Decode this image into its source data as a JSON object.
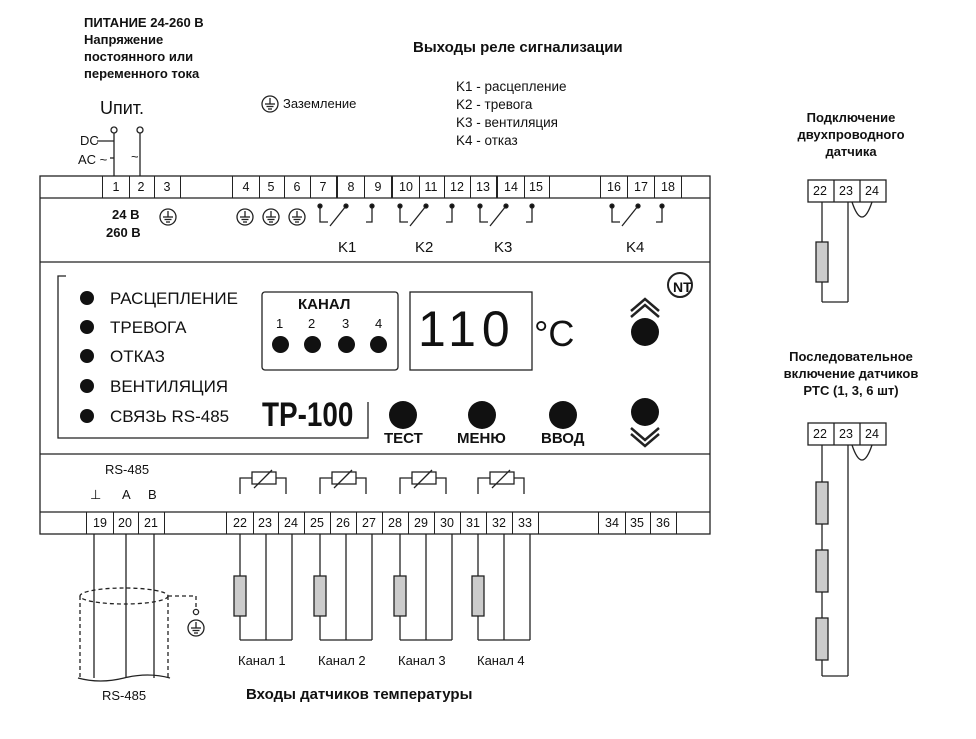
{
  "power": {
    "title": "ПИТАНИЕ 24-260 В",
    "line2": "Напряжение",
    "line3": "постоянного или",
    "line4": "переменного тока",
    "upit": "Uпит.",
    "dc": "DC",
    "ac": "AC ~",
    "tilde": "~",
    "v24": "24 В",
    "v260": "260 В"
  },
  "ground_label": "Заземление",
  "relay_outputs": {
    "title": "Выходы реле сигнализации",
    "items": [
      "K1 - расцепление",
      "K2 - тревога",
      "K3 - вентиляция",
      "K4 - отказ"
    ],
    "names": [
      "K1",
      "K2",
      "K3",
      "K4"
    ]
  },
  "top_terminals": [
    "1",
    "2",
    "3",
    "4",
    "5",
    "6",
    "7",
    "8",
    "9",
    "10",
    "11",
    "12",
    "13",
    "14",
    "15",
    "16",
    "17",
    "18"
  ],
  "bottom_terminals": [
    "19",
    "20",
    "21",
    "22",
    "23",
    "24",
    "25",
    "26",
    "27",
    "28",
    "29",
    "30",
    "31",
    "32",
    "33",
    "34",
    "35",
    "36"
  ],
  "indicators": [
    "РАСЦЕПЛЕНИЕ",
    "ТРЕВОГА",
    "ОТКАЗ",
    "ВЕНТИЛЯЦИЯ",
    "СВЯЗЬ RS-485"
  ],
  "channel_box": {
    "title": "КАНАЛ",
    "numbers": [
      "1",
      "2",
      "3",
      "4"
    ]
  },
  "display": {
    "value": "110",
    "unit": "°C"
  },
  "model": "TP-100",
  "buttons": [
    "ТЕСТ",
    "МЕНЮ",
    "ВВОД"
  ],
  "rs485": {
    "label": "RS-485",
    "pins": [
      "⊥",
      "A",
      "B"
    ],
    "cable_label": "RS-485"
  },
  "channels": [
    "Канал 1",
    "Канал 2",
    "Канал 3",
    "Канал 4"
  ],
  "sensor_inputs_title": "Входы датчиков температуры",
  "two_wire": {
    "title_lines": [
      "Подключение",
      "двухпроводного",
      "датчика"
    ],
    "terminals": [
      "22",
      "23",
      "24"
    ]
  },
  "serial": {
    "title_lines": [
      "Последовательное",
      "включение датчиков",
      "PTC (1, 3, 6 шт)"
    ],
    "terminals": [
      "22",
      "23",
      "24"
    ]
  }
}
